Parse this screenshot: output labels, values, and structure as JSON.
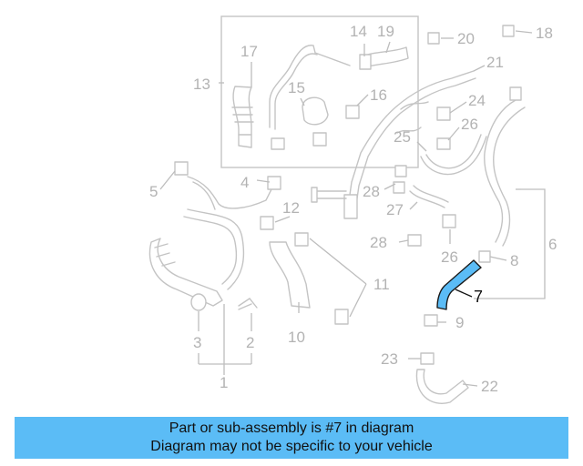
{
  "diagram": {
    "highlighted_part": "7",
    "callouts": [
      "1",
      "2",
      "3",
      "4",
      "5",
      "6",
      "7",
      "8",
      "9",
      "10",
      "11",
      "12",
      "13",
      "14",
      "15",
      "16",
      "17",
      "18",
      "19",
      "20",
      "21",
      "22",
      "23",
      "24",
      "25",
      "26",
      "27",
      "28"
    ]
  },
  "caption": {
    "line1": "Part or sub-assembly is #7 in diagram",
    "line2": "Diagram may not be specific to your vehicle"
  },
  "colors": {
    "caption_bg": "#5bbcf6",
    "highlight": "#5bbcf6",
    "line_art": "#c4c4c4"
  }
}
